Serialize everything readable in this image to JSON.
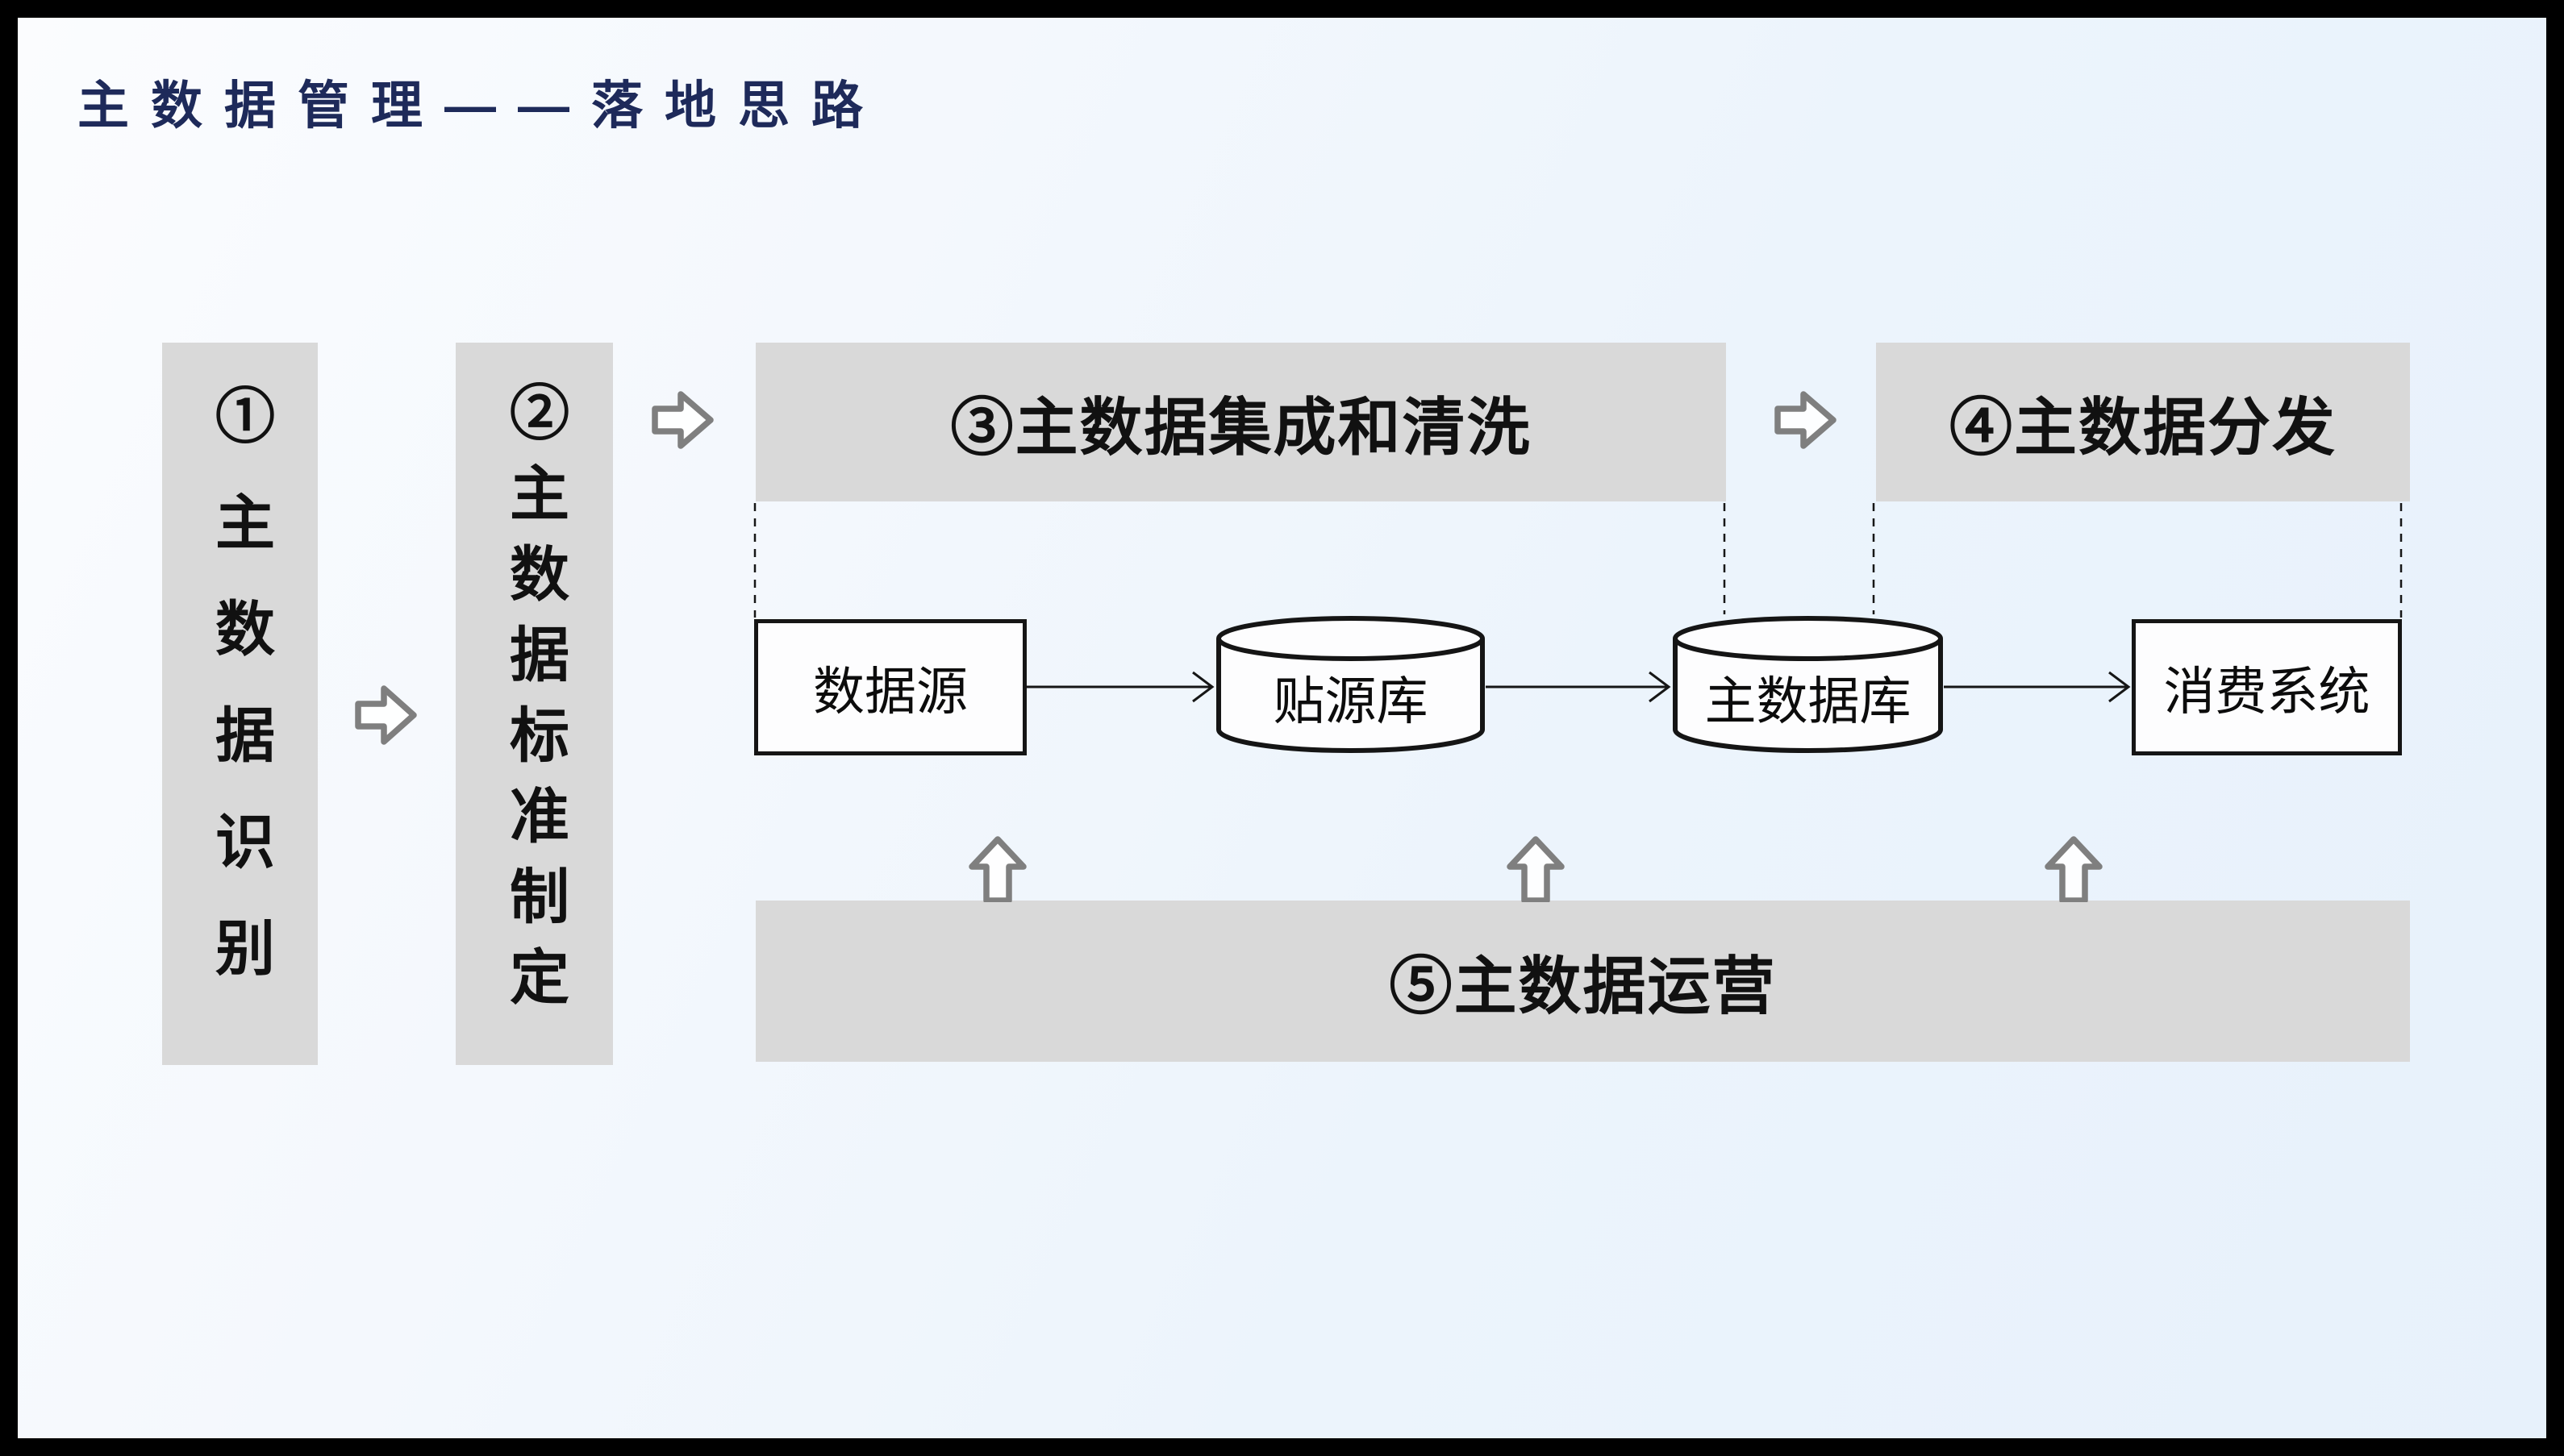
{
  "title": "主数据管理——落地思路",
  "steps": [
    {
      "label": "①主数据识别",
      "orientation": "vertical"
    },
    {
      "label": "②主数据标准制定",
      "orientation": "vertical"
    },
    {
      "label": "③主数据集成和清洗",
      "orientation": "horizontal"
    },
    {
      "label": "④主数据分发",
      "orientation": "horizontal"
    },
    {
      "label": "⑤主数据运营",
      "orientation": "horizontal"
    }
  ],
  "flow_nodes": [
    {
      "label": "数据源",
      "shape": "rect"
    },
    {
      "label": "贴源库",
      "shape": "cylinder"
    },
    {
      "label": "主数据库",
      "shape": "cylinder"
    },
    {
      "label": "消费系统",
      "shape": "rect"
    }
  ],
  "colors": {
    "frame": "#000000",
    "title_text": "#1e2a5a",
    "step_fill": "#d9d9d9",
    "step_text": "#111111",
    "node_stroke": "#151515",
    "node_fill": "#fdfdfe",
    "block_arrow": "#7f7f7f",
    "connector": "#161616"
  }
}
